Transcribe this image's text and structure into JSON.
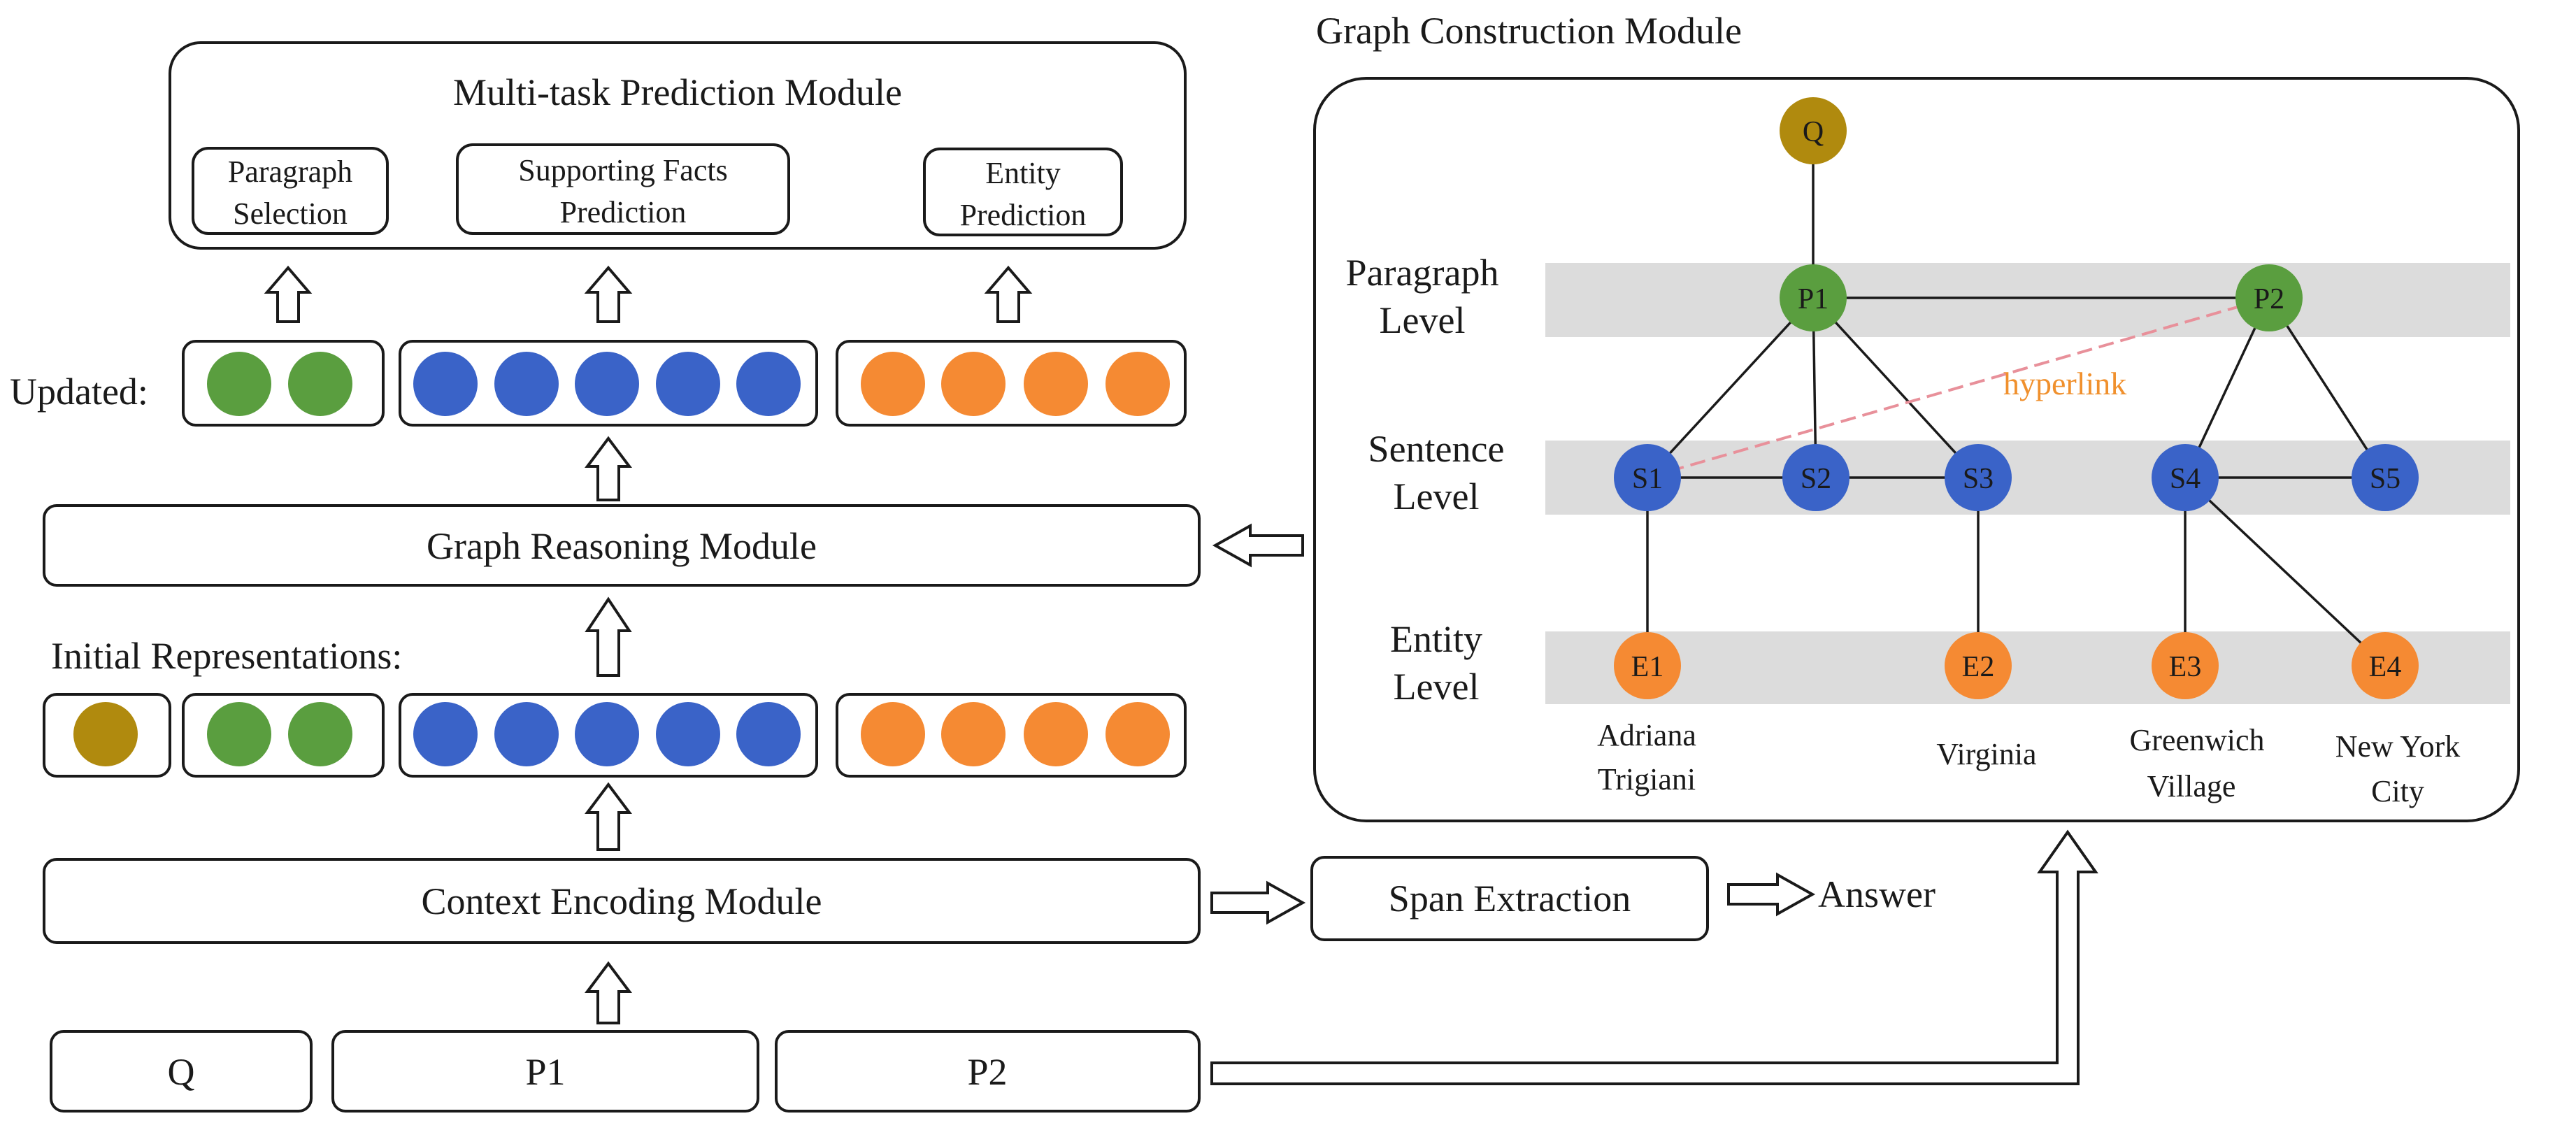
{
  "multitask": {
    "title": "Multi-task Prediction Module",
    "paragraph_selection": [
      "Paragraph",
      "Selection"
    ],
    "supporting_facts": [
      "Supporting Facts",
      "Prediction"
    ],
    "entity_prediction": [
      "Entity",
      "Prediction"
    ]
  },
  "updated_label": "Updated:",
  "initial_label": "Initial Representations:",
  "graph_reasoning": "Graph Reasoning Module",
  "context_encoding": "Context Encoding Module",
  "span_extraction": "Span Extraction",
  "answer": "Answer",
  "inputs": {
    "q": "Q",
    "p1": "P1",
    "p2": "P2"
  },
  "graph": {
    "title": "Graph Construction Module",
    "levels": {
      "paragraph": [
        "Paragraph",
        "Level"
      ],
      "sentence": [
        "Sentence",
        "Level"
      ],
      "entity": [
        "Entity",
        "Level"
      ]
    },
    "hyperlink": "hyperlink",
    "nodes": {
      "q": "Q",
      "p1": "P1",
      "p2": "P2",
      "s1": "S1",
      "s2": "S2",
      "s3": "S3",
      "s4": "S4",
      "s5": "S5",
      "e1": "E1",
      "e2": "E2",
      "e3": "E3",
      "e4": "E4"
    },
    "entity_names": {
      "e1": [
        "Adriana",
        "Trigiani"
      ],
      "e2": [
        "Virginia"
      ],
      "e3": [
        "Greenwich",
        "Village"
      ],
      "e4": [
        "New York",
        "City"
      ]
    }
  },
  "colors": {
    "question": "#B08A0E",
    "paragraph": "#5A9E3F",
    "sentence": "#3A63C8",
    "entity": "#F58A33",
    "band": "#DCDCDC",
    "hyperlink_text": "#F0902D",
    "hyperlink_line": "#E8909A"
  }
}
